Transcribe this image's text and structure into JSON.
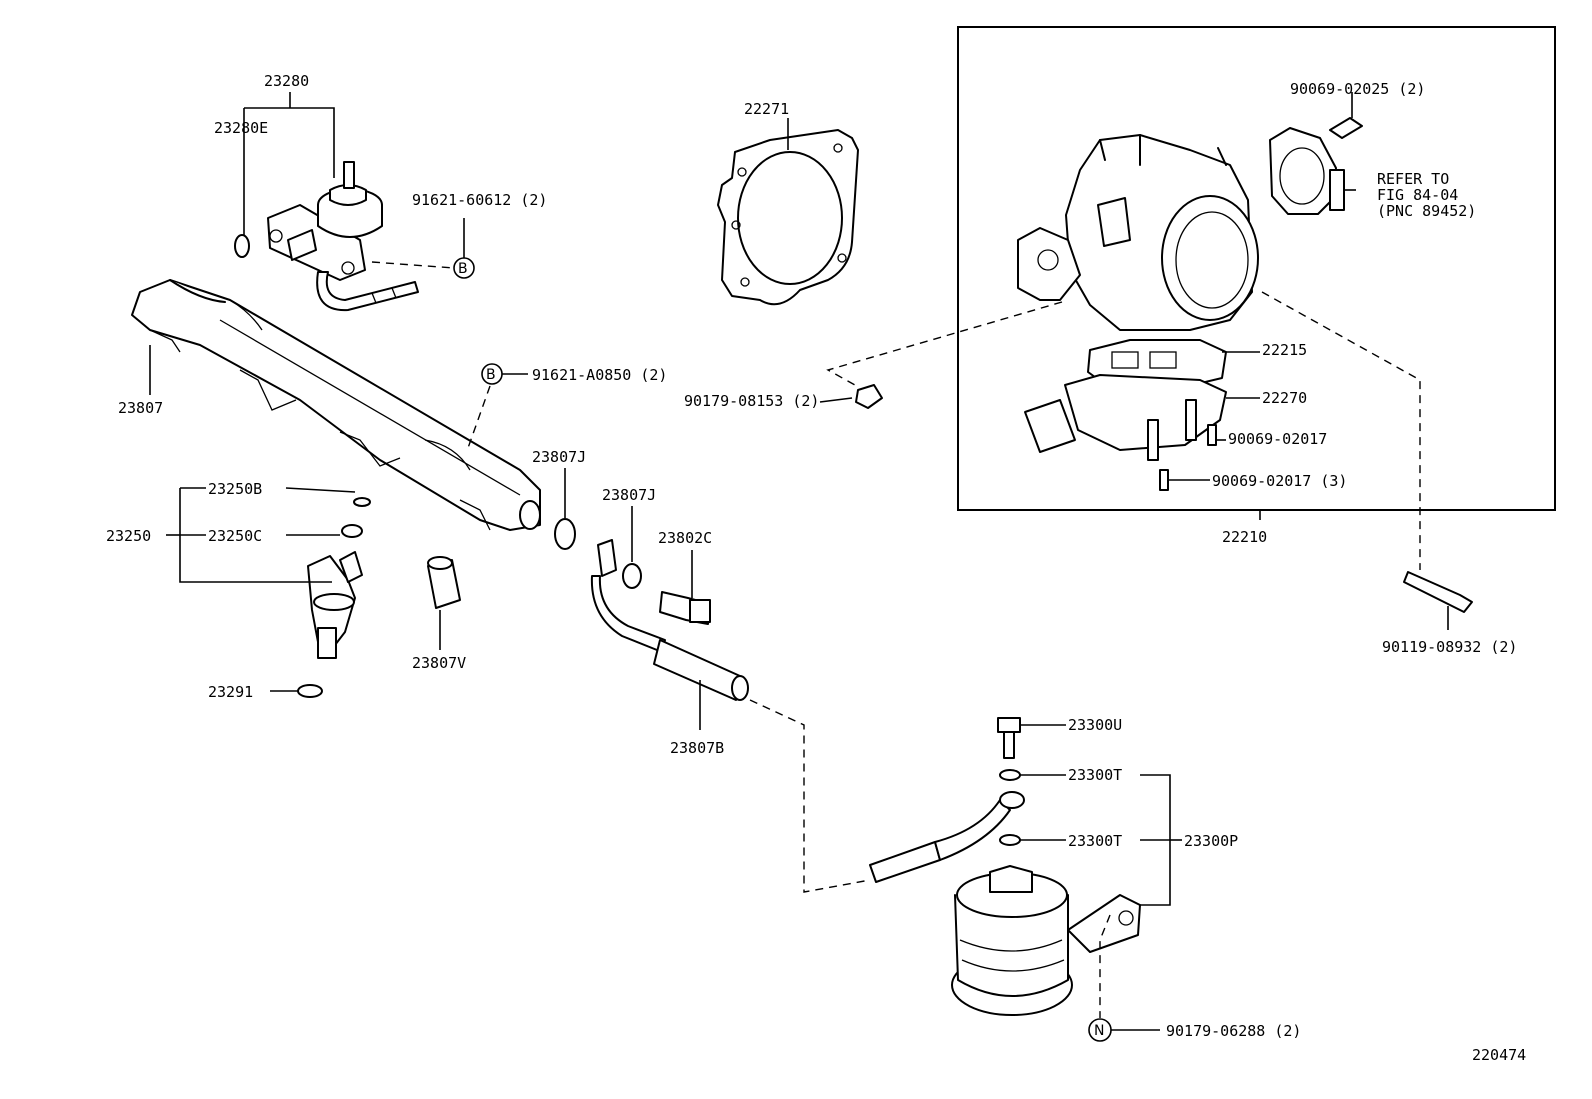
{
  "diagram": {
    "figure_number": "220474",
    "callouts": {
      "regulator_assy": "23280",
      "regulator_oring": "23280E",
      "regulator_bolt": "91621-60612 (2)",
      "regulator_bolt_ref": "B",
      "gasket": "22271",
      "delivery_pipe": "23807",
      "pipe_bolt": "91621-A0850 (2)",
      "pipe_bolt_ref": "B",
      "nut_intake": "90179-08153 (2)",
      "gasket_j1": "23807J",
      "gasket_j2": "23807J",
      "union_bolt": "23802C",
      "injector_assy": "23250",
      "injector_oring": "23250B",
      "injector_grommet": "23250C",
      "insulator": "23291",
      "spacer": "23807V",
      "fuel_hose": "23807B",
      "throttle_bolt": "90069-02025 (2)",
      "refer_line1": "REFER TO",
      "refer_line2": "FIG 84-04",
      "refer_line3": "(PNC 89452)",
      "throttle_gasket": "22215",
      "isc_valve": "22270",
      "screw_a": "90069-02017",
      "screw_b": "90069-02017 (3)",
      "throttle_body_assy": "22210",
      "stud_bolt": "90119-08932 (2)",
      "damper_bolt": "23300U",
      "damper_gasket_a": "23300T",
      "damper_gasket_b": "23300T",
      "pulsation_damper": "23300P",
      "damper_nut": "90179-06288 (2)",
      "damper_nut_ref": "N"
    }
  }
}
